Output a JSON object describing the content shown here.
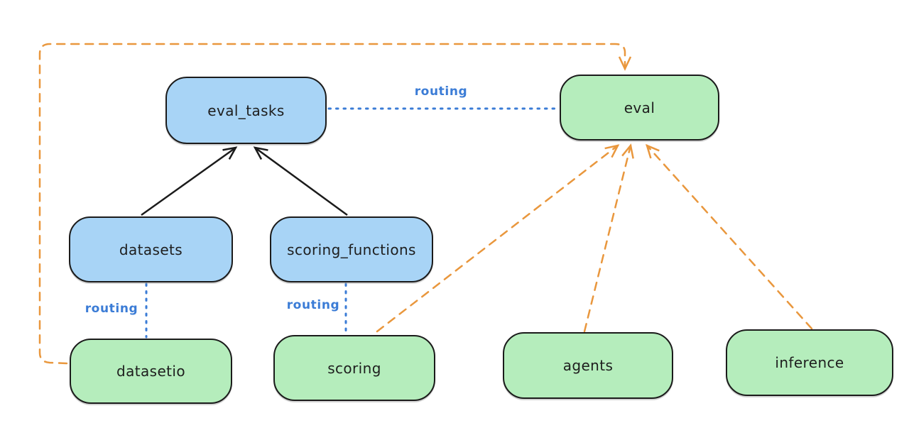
{
  "diagram": {
    "nodes": {
      "eval_tasks": {
        "label": "eval_tasks",
        "color": "blue"
      },
      "eval": {
        "label": "eval",
        "color": "green"
      },
      "datasets": {
        "label": "datasets",
        "color": "blue"
      },
      "scoring_functions": {
        "label": "scoring_functions",
        "color": "blue"
      },
      "datasetio": {
        "label": "datasetio",
        "color": "green"
      },
      "scoring": {
        "label": "scoring",
        "color": "green"
      },
      "agents": {
        "label": "agents",
        "color": "green"
      },
      "inference": {
        "label": "inference",
        "color": "green"
      }
    },
    "edges": [
      {
        "from": "datasets",
        "to": "eval_tasks",
        "style": "solid_black_arrow"
      },
      {
        "from": "scoring_functions",
        "to": "eval_tasks",
        "style": "solid_black_arrow"
      },
      {
        "from": "eval_tasks",
        "to": "eval",
        "style": "dotted_blue",
        "label": "routing"
      },
      {
        "from": "datasets",
        "to": "datasetio",
        "style": "dotted_blue",
        "label": "routing"
      },
      {
        "from": "scoring_functions",
        "to": "scoring",
        "style": "dotted_blue",
        "label": "routing"
      },
      {
        "from": "datasetio",
        "to": "eval",
        "style": "dashed_orange_arrow"
      },
      {
        "from": "scoring",
        "to": "eval",
        "style": "dashed_orange_arrow"
      },
      {
        "from": "agents",
        "to": "eval",
        "style": "dashed_orange_arrow"
      },
      {
        "from": "inference",
        "to": "eval",
        "style": "dashed_orange_arrow"
      }
    ],
    "colors": {
      "background": "#ffffff",
      "node_border": "#1b1b1b",
      "node_text": "#1e1e1e",
      "blue_fill": "#a8d4f6",
      "green_fill": "#b5edbc",
      "routing_blue": "#3b7cd6",
      "provider_orange": "#e9973d",
      "black_arrow": "#1b1b1b"
    }
  }
}
